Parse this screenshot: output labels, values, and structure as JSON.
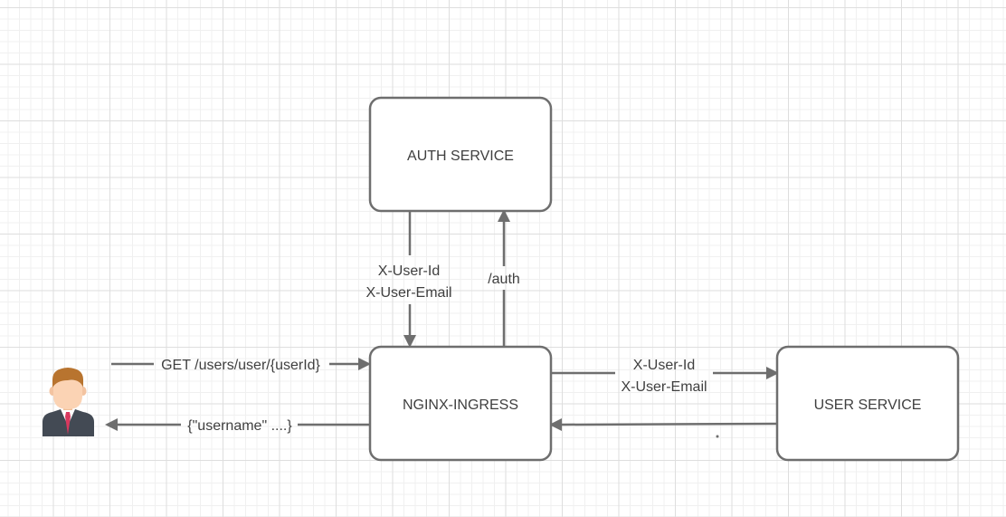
{
  "nodes": {
    "auth": "AUTH SERVICE",
    "nginx": "NGINX-INGRESS",
    "user": "USER SERVICE",
    "client": "user-avatar-icon"
  },
  "edges": {
    "request_label": "GET /users/user/{userId}",
    "response_label": "{\"username\" ....}",
    "auth_request_label": "/auth",
    "auth_headers_id": "X-User-Id",
    "auth_headers_email": "X-User-Email",
    "forward_headers_id": "X-User-Id",
    "forward_headers_email": "X-User-Email"
  },
  "colors": {
    "stroke": "#6e6e6e",
    "text": "#3f3f3f",
    "avatar_skin": "#fbd3b4",
    "avatar_hair": "#b8742f",
    "avatar_suit": "#434a54",
    "avatar_tie": "#d9385e"
  }
}
